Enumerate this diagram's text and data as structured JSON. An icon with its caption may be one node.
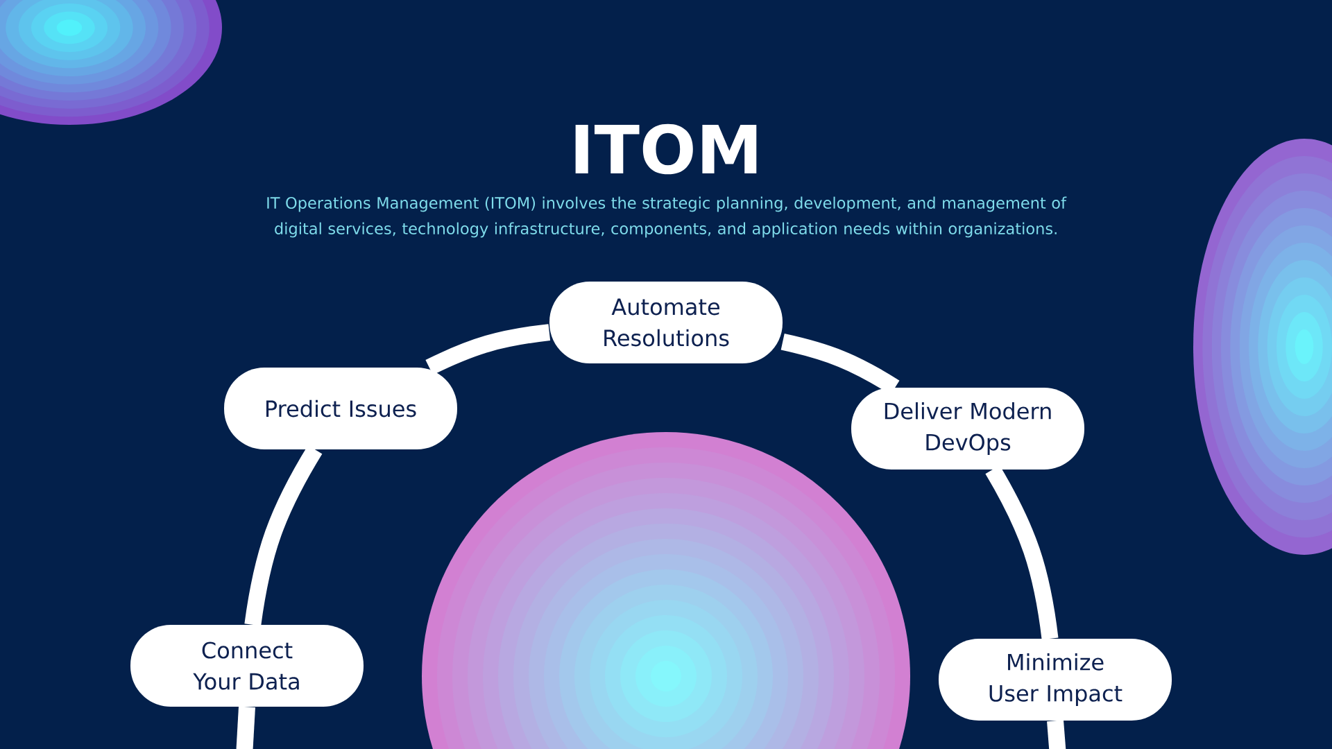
{
  "diagram": {
    "title": "ITOM",
    "caption": "IT Operations Management (ITOM) involves the strategic planning, development, and management of digital services, technology infrastructure, components, and application needs within organizations.",
    "nodes": [
      {
        "text": [
          "Automate Resolutions"
        ]
      },
      {
        "text": [
          "Predict Issues"
        ]
      },
      {
        "text": [
          "Deliver Modern DevOps"
        ]
      },
      {
        "text": [
          "Connect Your Data"
        ]
      },
      {
        "text": [
          "Minimize User Impact"
        ]
      }
    ],
    "edges": [
      {
        "from": 3,
        "to": 1,
        "arrow": "none"
      },
      {
        "from": 1,
        "to": 0,
        "arrow": "none"
      },
      {
        "from": 0,
        "to": 2,
        "arrow": "none"
      },
      {
        "from": 2,
        "to": 4,
        "arrow": "none"
      },
      {
        "from": null,
        "to": 3,
        "arrow": "none"
      },
      {
        "from": null,
        "to": 4,
        "arrow": "none"
      }
    ]
  }
}
